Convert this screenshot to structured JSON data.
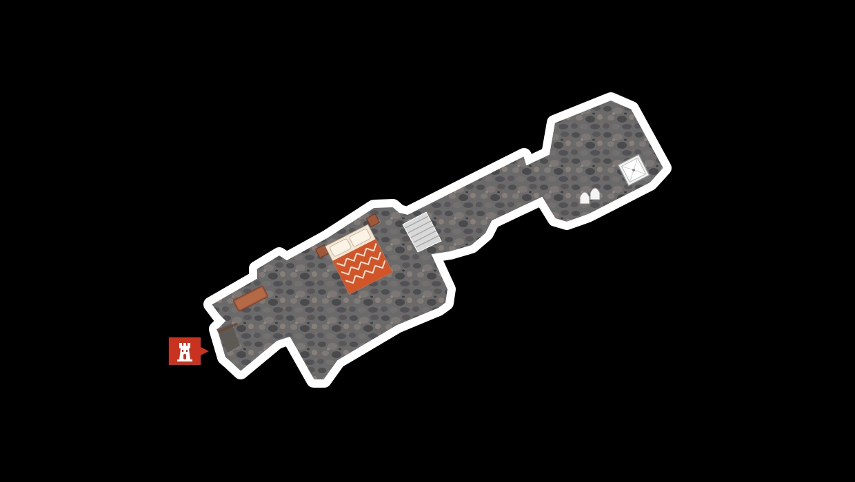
{
  "map": {
    "background_color": "#000000",
    "outline_color": "#ffffff",
    "floor_color": "#6b6b6b",
    "floor_texture": "cobblestone",
    "rooms": [
      {
        "name": "bedroom-area",
        "furniture": [
          "double-bed",
          "bedside-table",
          "bedside-table",
          "bench"
        ]
      },
      {
        "name": "corridor",
        "furniture": [
          "stairs"
        ]
      },
      {
        "name": "bathroom",
        "furniture": [
          "shower",
          "toilet",
          "bidet"
        ]
      }
    ],
    "accent_colors": {
      "bed_cover": "#d2552a",
      "wood": "#a0583a",
      "marker": "#c8321e"
    }
  },
  "entrance_marker": {
    "icon": "tower-icon",
    "color": "#c8321e"
  }
}
